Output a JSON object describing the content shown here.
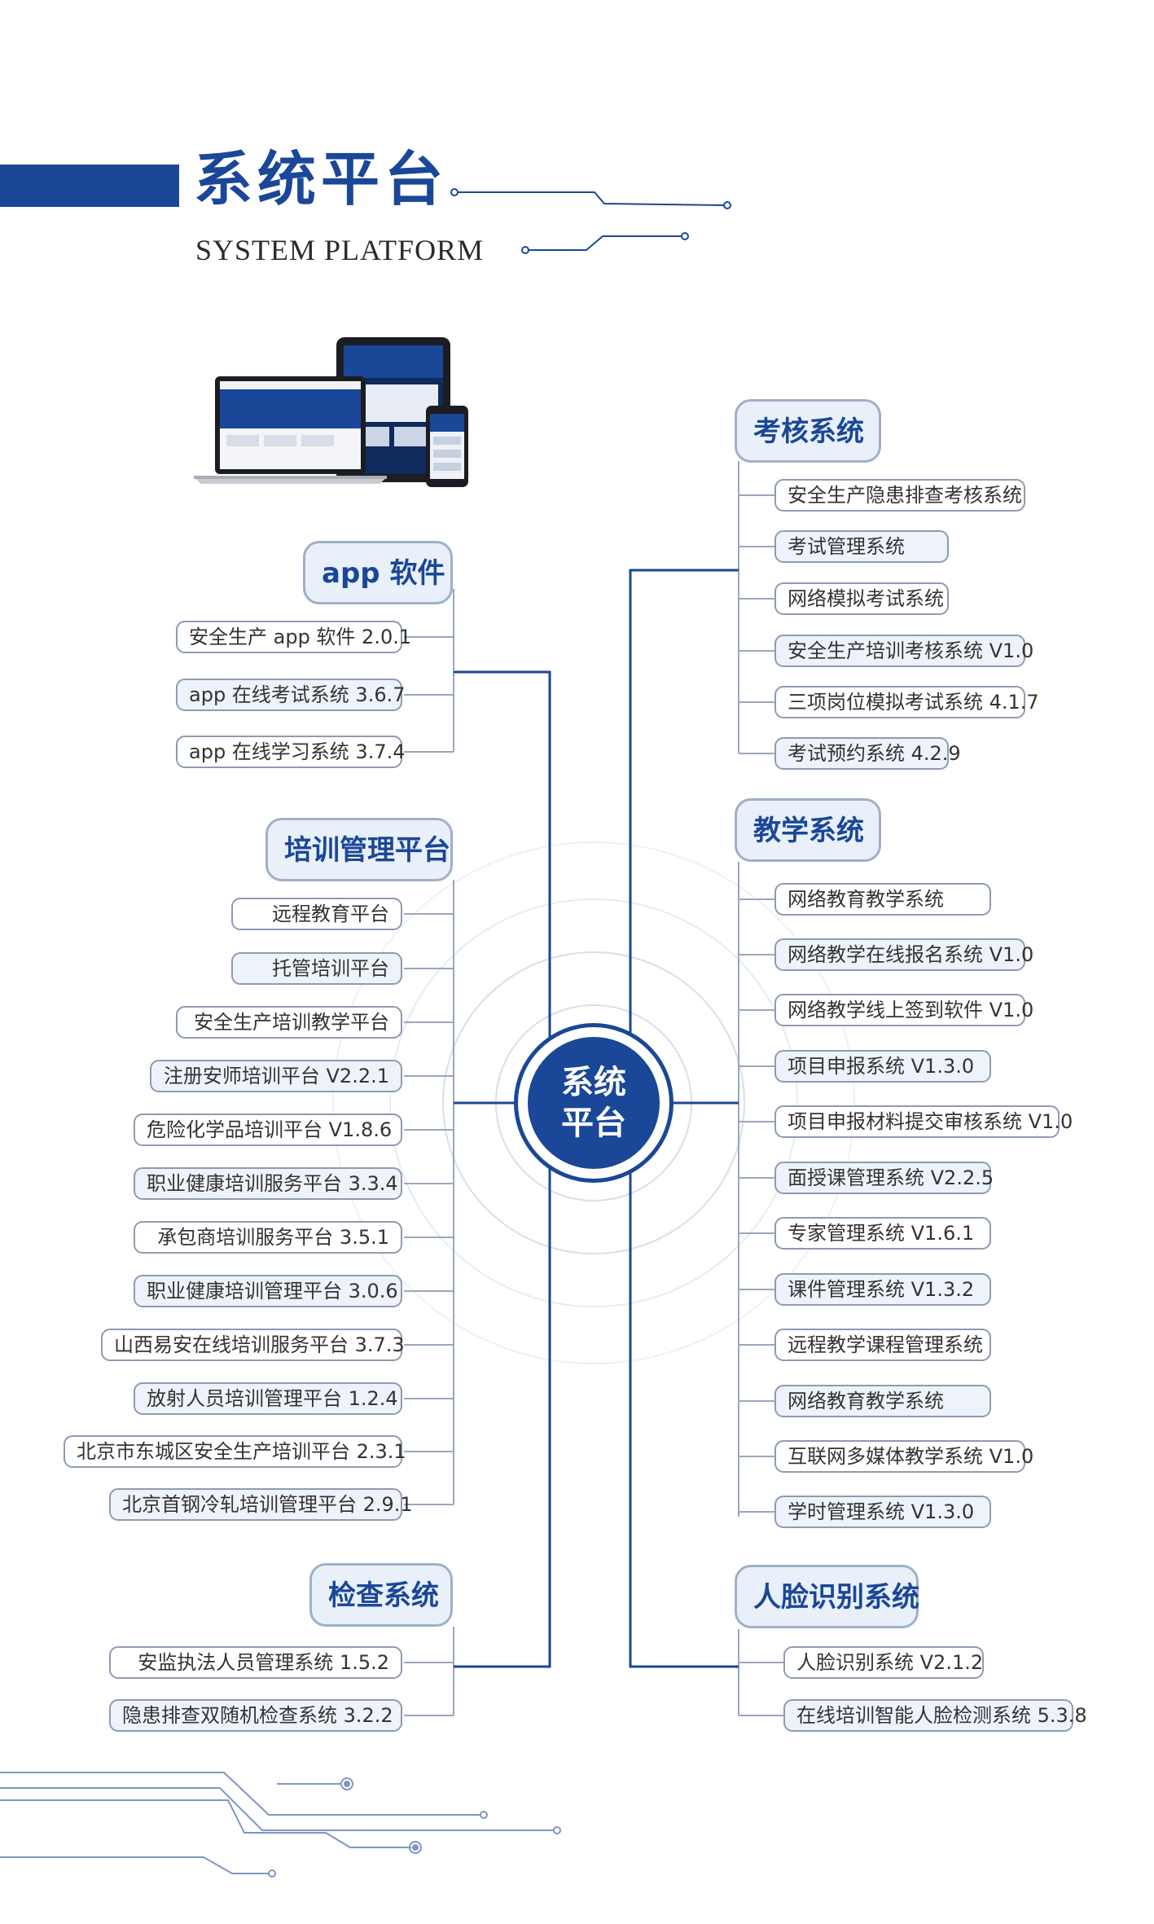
{
  "header": {
    "title_cn": "系统平台",
    "title_en": "SYSTEM PLATFORM"
  },
  "center": {
    "line1": "系统",
    "line2": "平台"
  },
  "colors": {
    "brand": "#1a4797",
    "node_fill": "#e9f0fa",
    "item_border": "#8e9bb0"
  },
  "branches": {
    "app": {
      "title": "app 软件",
      "items": [
        "安全生产 app 软件 2.0.1",
        "app 在线考试系统 3.6.7",
        "app 在线学习系统 3.7.4"
      ]
    },
    "training": {
      "title": "培训管理平台",
      "items": [
        "远程教育平台",
        "托管培训平台",
        "安全生产培训教学平台",
        "注册安师培训平台 V2.2.1",
        "危险化学品培训平台 V1.8.6",
        "职业健康培训服务平台 3.3.4",
        "承包商培训服务平台 3.5.1",
        "职业健康培训管理平台 3.0.6",
        "山西易安在线培训服务平台 3.7.3",
        "放射人员培训管理平台 1.2.4",
        "北京市东城区安全生产培训平台 2.3.1",
        "北京首钢冷轧培训管理平台 2.9.1"
      ]
    },
    "inspection": {
      "title": "检查系统",
      "items": [
        "安监执法人员管理系统 1.5.2",
        "隐患排查双随机检查系统 3.2.2"
      ]
    },
    "exam": {
      "title": "考核系统",
      "items": [
        "安全生产隐患排查考核系统",
        "考试管理系统",
        "网络模拟考试系统",
        "安全生产培训考核系统 V1.0",
        "三项岗位模拟考试系统 4.1.7",
        "考试预约系统 4.2.9"
      ]
    },
    "teaching": {
      "title": "教学系统",
      "items": [
        "网络教育教学系统",
        "网络教学在线报名系统 V1.0",
        "网络教学线上签到软件 V1.0",
        "项目申报系统 V1.3.0",
        "项目申报材料提交审核系统 V1.0",
        "面授课管理系统 V2.2.5",
        "专家管理系统 V1.6.1",
        "课件管理系统 V1.3.2",
        "远程教学课程管理系统",
        "网络教育教学系统",
        "互联网多媒体教学系统 V1.0",
        "学时管理系统 V1.3.0"
      ]
    },
    "face": {
      "title": "人脸识别系统",
      "items": [
        "人脸识别系统 V2.1.2",
        "在线培训智能人脸检测系统 5.3.8"
      ]
    }
  }
}
